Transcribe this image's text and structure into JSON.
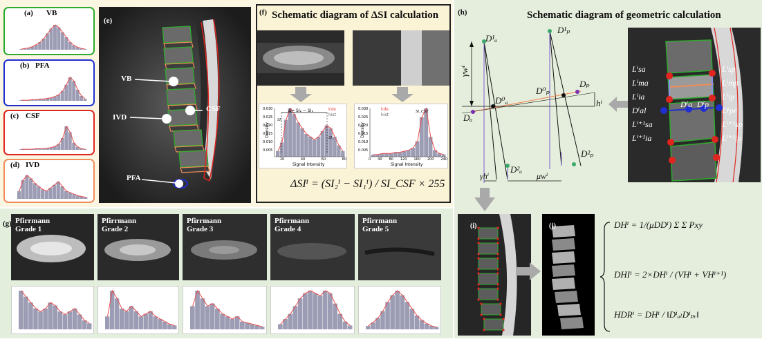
{
  "panels": {
    "a": {
      "label": "(a)",
      "name": "VB"
    },
    "b": {
      "label": "(b)",
      "name": "PFA"
    },
    "c": {
      "label": "(c)",
      "name": "CSF"
    },
    "d": {
      "label": "(d)",
      "name": "IVD"
    },
    "e": {
      "label": "(e)",
      "annotations": [
        "VB",
        "IVD",
        "CSF",
        "PFA"
      ]
    },
    "f": {
      "label": "(f)",
      "title": "Schematic diagram of ΔSI calculation",
      "hist1": {
        "ylabel": "Density",
        "xlabel": "Signal Intensity",
        "legend": [
          "kde",
          "hist"
        ],
        "delta": "Δ= SI₂ − SI₁",
        "si1": "SI₁",
        "si2": "SI₂",
        "yticks": [
          "0.030",
          "0.025",
          "0.020",
          "0.015",
          "0.010",
          "0.005",
          "0.000"
        ],
        "xticks": [
          "20",
          "40",
          "60",
          "80"
        ]
      },
      "hist2": {
        "ylabel": "Density",
        "xlabel": "Signal Intensity",
        "legend": [
          "kde",
          "hist"
        ],
        "sicsf": "SI_CSF",
        "yticks": [
          "0.030",
          "0.025",
          "0.020",
          "0.015",
          "0.010",
          "0.005",
          "0.000"
        ],
        "xticks": [
          "0",
          "40",
          "80",
          "120",
          "160",
          "200",
          "240"
        ]
      },
      "formula": "ΔSIⁱ = (SI₂ⁱ − SI₁ⁱ) / SI_CSF × 255"
    },
    "g": {
      "label": "(g)",
      "grades": [
        {
          "line1": "Pfirrmann",
          "line2": "Grade 1"
        },
        {
          "line1": "Pfirrmann",
          "line2": "Grade 2"
        },
        {
          "line1": "Pfirrmann",
          "line2": "Grade 3"
        },
        {
          "line1": "Pfirrmann",
          "line2": "Grade 4"
        },
        {
          "line1": "Pfirrmann",
          "line2": "Grade 5"
        }
      ]
    },
    "h": {
      "label": "(h)",
      "title": "Schematic diagram of geometric calculation",
      "points": [
        "D¹ₐ",
        "D¹ₚ",
        "D⁰ₐ",
        "D⁰ₚ",
        "Dₐ",
        "Dₚ",
        "D²ₐ",
        "D²ₚ"
      ],
      "measures": [
        "γwⁱ",
        "hⁱ",
        "γhⁱ",
        "μwⁱ"
      ],
      "vertebra_labels_left": [
        "Lⁱsa",
        "Lⁱma",
        "Lⁱia",
        "Dⁱal",
        "Lⁱ⁺¹sa",
        "Lⁱ⁺¹ia"
      ],
      "vertebra_labels_mid": [
        "Dⁱa",
        "Dⁱp"
      ],
      "vertebra_labels_right": [
        "Lⁱsp",
        "Lⁱmp",
        "Lⁱip",
        "Dⁱpr",
        "Lⁱ⁺¹sp",
        "Lⁱ⁺¹ip"
      ]
    },
    "i": {
      "label": "(i)"
    },
    "j": {
      "label": "(j)",
      "formulas": [
        "DHⁱ = 1/(μDDⁱ) Σ Σ Pxy",
        "DHIⁱ = 2×DHⁱ / (VHⁱ + VHⁱ⁺¹)",
        "HDRⁱ = DHⁱ / ‖DⁱₐₗDⁱₚᵣ‖"
      ]
    }
  },
  "colors": {
    "green": "#2eaa2e",
    "blue": "#1f2fd0",
    "red": "#e0251f",
    "orange": "#f08c5a",
    "bar": "#9c9cb4",
    "kde": "#e84c4c"
  }
}
